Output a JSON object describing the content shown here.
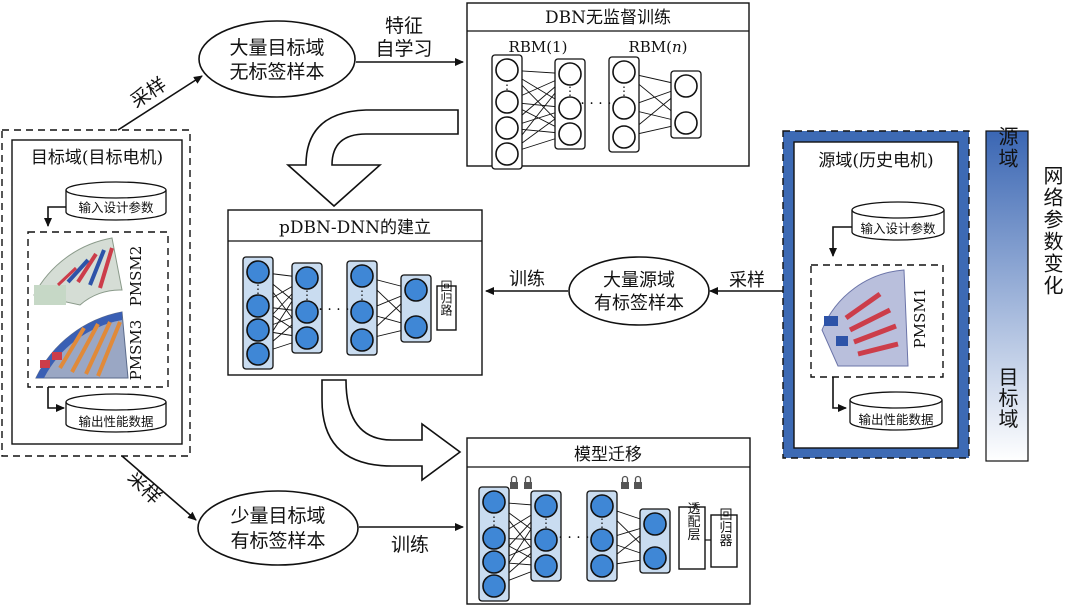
{
  "target": {
    "domain_title": "目标域(目标电机)",
    "input_params": "输入设计参数",
    "output_data": "输出性能数据",
    "motor_a": "PMSM2",
    "motor_b": "PMSM3"
  },
  "source": {
    "domain_title": "源域(历史电机)",
    "input_params": "输入设计参数",
    "output_data": "输出性能数据",
    "motor": "PMSM1"
  },
  "ellipses": {
    "unlabeled": [
      "大量目标域",
      "无标签样本"
    ],
    "source_labeled": [
      "大量源域",
      "有标签样本"
    ],
    "few_labeled": [
      "少量目标域",
      "有标签样本"
    ]
  },
  "edge_labels": {
    "sample_top": "采样",
    "sample_bottom": "采样",
    "sample_right": "采样",
    "feature_learning": [
      "特征",
      "自学习"
    ],
    "train_mid": "训练",
    "train_bottom": "训练"
  },
  "dbn_box": {
    "title": "DBN无监督训练",
    "rbm1": "RBM(1)",
    "rbmn_prefix": "RBM(",
    "rbmn_var": "n",
    "rbmn_suffix": ")"
  },
  "pdbn_box": {
    "title": "pDBN-DNN的建立",
    "regression": "回归路"
  },
  "transfer_box": {
    "title": "模型迁移",
    "adapter": "透配层",
    "regressor": "回归器"
  },
  "side_bar": {
    "top": "源域",
    "bottom": "目标域",
    "caption": "网络参数变化",
    "color_top": "#3a66b3",
    "color_bottom": "#ffffff"
  },
  "colors": {
    "node": "#3f87d6",
    "source_frame": "#3d6ab4",
    "motor_pink": "#cc3d4a",
    "motor_slate": "#9aa7c4"
  }
}
